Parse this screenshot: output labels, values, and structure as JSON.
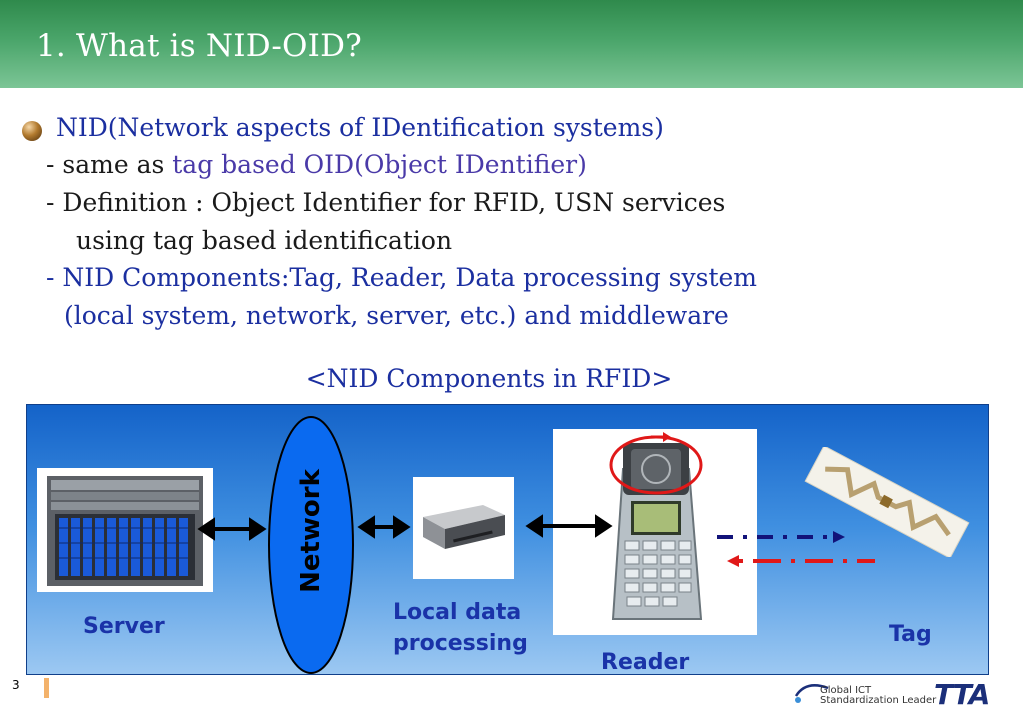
{
  "header": {
    "title": "1. What is NID-OID?"
  },
  "content": {
    "line1": "NID(Network aspects of IDentification systems)",
    "line2_prefix": "- same as ",
    "line2_highlight": "tag based OID(Object IDentifier)",
    "line3": "- Definition : Object Identifier  for RFID, USN services",
    "line4": "using tag based identification",
    "line5": "- NID Components:Tag, Reader, Data processing system",
    "line6": "(local system, network, server, etc.) and middleware"
  },
  "diagram": {
    "caption": "<NID Components in RFID>",
    "network_label": "Network",
    "server_label": "Server",
    "local_label_1": "Local data",
    "local_label_2": "processing",
    "reader_label": "Reader",
    "tag_label": "Tag"
  },
  "footer": {
    "page_number": "3",
    "logo_line1": "Global ICT",
    "logo_line2": "Standardization Leader",
    "logo_brand": "TTA"
  },
  "colors": {
    "header_green": "#4aa56a",
    "text_blue": "#1b2fa0",
    "label_blue": "#1a33a8",
    "arrow_navy": "#12137a",
    "arrow_red": "#e01818"
  }
}
